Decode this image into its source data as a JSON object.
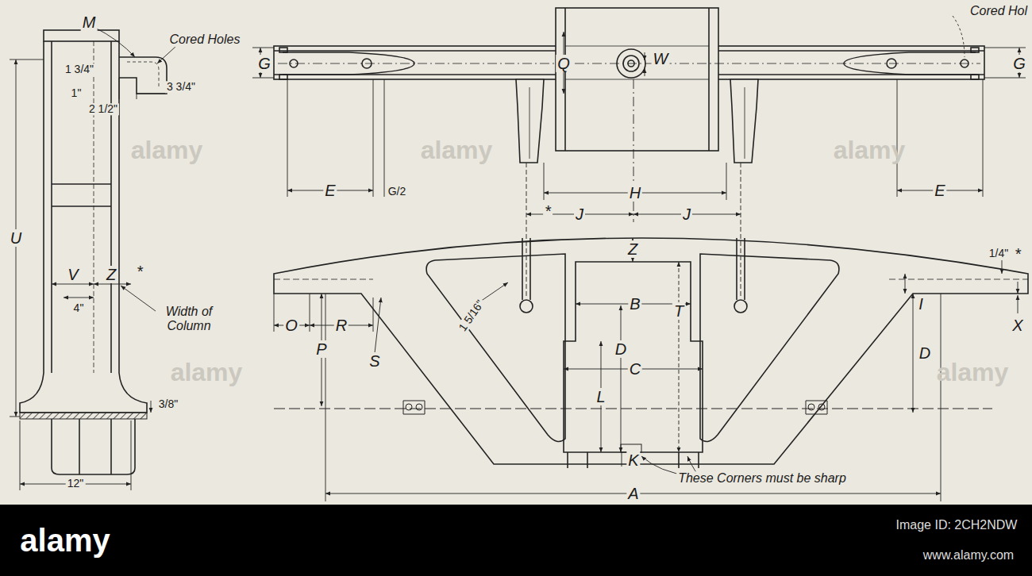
{
  "diagram": {
    "labels": [
      "Cored Hol",
      "G",
      "G",
      "Q",
      "W",
      "E",
      "G/2",
      "E",
      "H",
      "J",
      "J",
      "*",
      "M",
      "Cored Holes",
      "1 3/4\"",
      "1\"",
      "2 1/2\"",
      "3 3/4\"",
      "U",
      "V",
      "Z",
      "*",
      "4\"",
      "Width of Column",
      "3/8\"",
      "12\"",
      "Z",
      "B",
      "1 5/16\"",
      "T",
      "D",
      "C",
      "L",
      "K",
      "D",
      "O",
      "R",
      "P",
      "S",
      "I",
      "1/4\"",
      "*",
      "X",
      "These Corners must be sharp",
      "A",
      "alamy",
      "alamy",
      "alamy",
      "alamy",
      "alamy",
      "alamy",
      "Image ID: 2CH2NDW",
      "www.alamy.com"
    ]
  }
}
